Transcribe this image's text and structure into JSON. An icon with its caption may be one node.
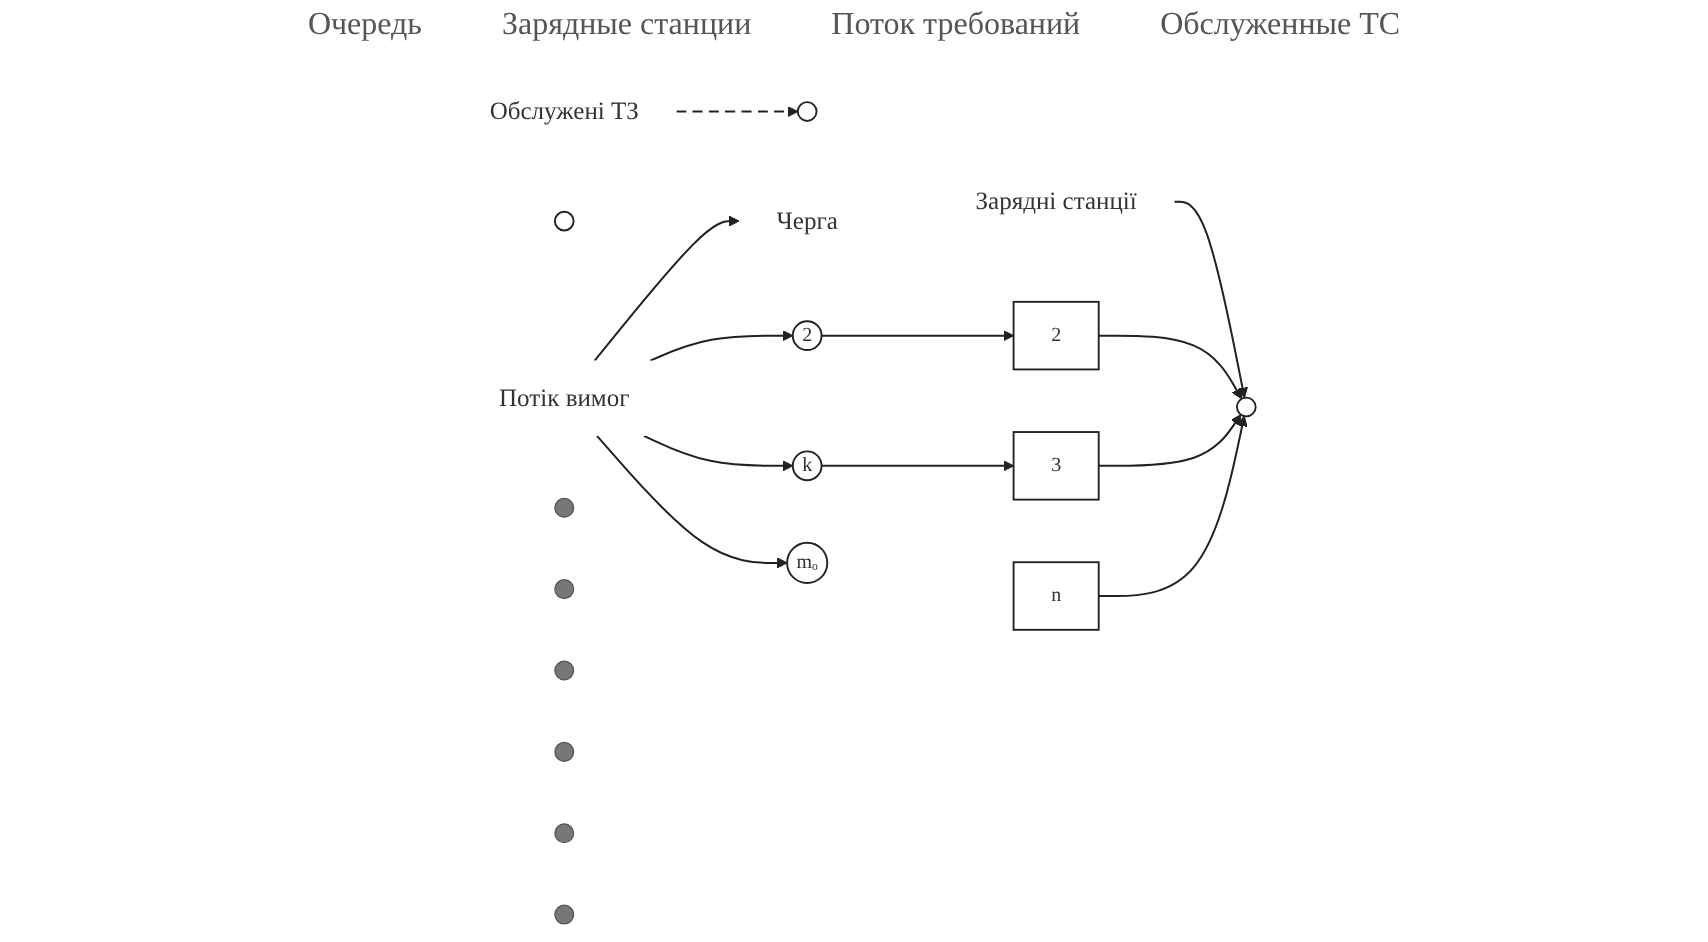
{
  "diagram": {
    "nodes": [
      {
        "text": [
          "Потік вимог"
        ]
      },
      {
        "text": [],
        "shape": "circle"
      },
      {
        "text": [
          "Черга"
        ]
      },
      {
        "text": [
          "2"
        ]
      },
      {
        "text": [
          "k"
        ]
      },
      {
        "text": [
          "mₒ"
        ]
      },
      {
        "text": [
          "Зарядні станції"
        ]
      },
      {
        "text": [
          "2"
        ]
      },
      {
        "text": [
          "3"
        ]
      },
      {
        "text": [
          "n"
        ]
      },
      {
        "text": [],
        "shape": "circle"
      },
      {
        "text": [],
        "shape": "circle"
      },
      {
        "text": [
          "Обслужені ТЗ"
        ]
      },
      {
        "text": [],
        "shape": "circle"
      },
      {
        "text": [],
        "shape": "circle"
      },
      {
        "text": [],
        "shape": "circle"
      },
      {
        "text": [],
        "shape": "circle"
      },
      {
        "text": [],
        "shape": "circle"
      },
      {
        "text": [],
        "shape": "circle"
      }
    ],
    "edges": [
      {
        "from": 0,
        "to": 2,
        "arrow": "to"
      },
      {
        "from": 0,
        "to": 3,
        "arrow": "to"
      },
      {
        "from": 0,
        "to": 4,
        "arrow": "to"
      },
      {
        "from": 0,
        "to": 5,
        "arrow": "to"
      },
      {
        "from": 3,
        "to": 7,
        "arrow": "to"
      },
      {
        "from": 4,
        "to": 8,
        "arrow": "to"
      },
      {
        "from": 6,
        "to": 10,
        "arrow": "to"
      },
      {
        "from": 7,
        "to": 10,
        "arrow": "to"
      },
      {
        "from": 8,
        "to": 10,
        "arrow": "to"
      },
      {
        "from": 9,
        "to": 10,
        "arrow": "to"
      },
      {
        "from": 12,
        "to": 1,
        "arrow": "to",
        "style": "dashed"
      }
    ],
    "labels": [
      "Очередь",
      "Зарядные станции",
      "Поток требований",
      "Обслуженные ТС"
    ]
  }
}
